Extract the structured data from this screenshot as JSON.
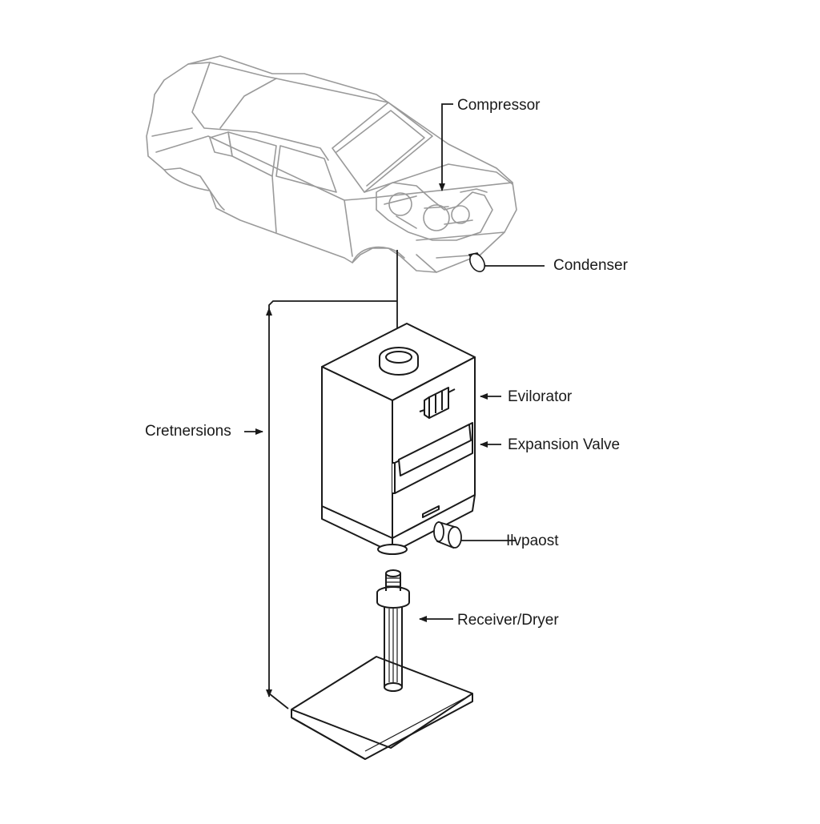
{
  "labels": {
    "compressor": "Compressor",
    "condenser": "Condenser",
    "evaporator": "Evilorator",
    "expansion_valve": "Expansion Valve",
    "ilvpaost": "Ilvpaost",
    "receiver_dryer": "Receiver/Dryer",
    "cretnersions": "Cretnersions"
  },
  "colors": {
    "line": "#1a1a1a",
    "car_line": "#9a9a9a",
    "background": "#ffffff"
  }
}
